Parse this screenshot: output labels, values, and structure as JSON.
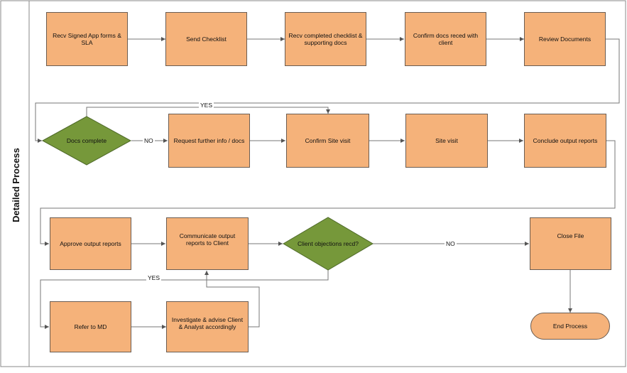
{
  "lane": {
    "title": "Detailed Process"
  },
  "nodes": {
    "recv_forms": "Recv Signed App forms & SLA",
    "send_checklist": "Send Checklist",
    "recv_checklist": "Recv completed checklist & supporting docs",
    "confirm_docs": "Confirm docs reced with client",
    "review_docs": "Review Documents",
    "docs_complete": "Docs complete",
    "request_info": "Request further info / docs",
    "confirm_site": "Confirm Site visit",
    "site_visit": "Site visit",
    "conclude_reports": "Conclude output reports",
    "approve_reports": "Approve output reports",
    "communicate_reports": "Communicate output reports to Client",
    "client_objections": "Client objections recd?",
    "close_file": "Close File",
    "refer_md": "Refer to MD",
    "investigate": "Investigate & advise Client & Analyst accordingly",
    "end_process": "End Process"
  },
  "edge_labels": {
    "docs_yes": "YES",
    "docs_no": "NO",
    "objections_no": "NO",
    "objections_yes": "YES"
  },
  "colors": {
    "process_fill": "#f5b27a",
    "decision_fill": "#76983a",
    "border": "#6b5d52"
  }
}
